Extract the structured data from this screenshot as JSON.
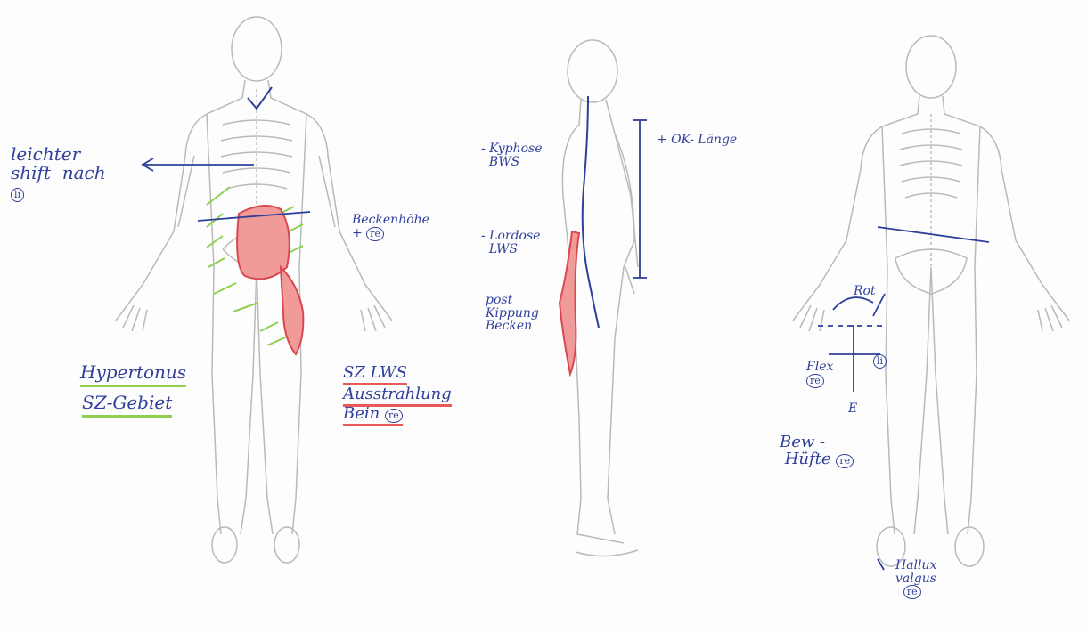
{
  "annotations": {
    "back_view": {
      "shift_line1": "leichter",
      "shift_line2": "shift  nach",
      "shift_side": "li",
      "pelvis_label": "Beckenhöhe",
      "pelvis_side": "re",
      "hypertonus_line1": "Hypertonus",
      "hypertonus_line2": "SZ-Gebiet",
      "sz_line1": "SZ LWS",
      "sz_line2": "Ausstrahlung",
      "sz_line3": "Bein",
      "sz_side": "re"
    },
    "side_view": {
      "length_label": "+ OK- Länge",
      "kyphose_line1": "- Kyphose",
      "kyphose_line2": "BWS",
      "lordose_line1": "- Lordose",
      "lordose_line2": "LWS",
      "tilt_line1": "post",
      "tilt_line2": "Kippung",
      "tilt_line3": "Becken"
    },
    "front_view": {
      "rot_label": "Rot",
      "flex_label": "Flex",
      "flex_side": "re",
      "ext_label": "E",
      "side_li": "li",
      "hip_line1": "Bew -",
      "hip_line2": "Hüfte",
      "hip_side": "re",
      "hallux_line1": "Hallux",
      "hallux_line2": "valgus",
      "hallux_side": "re"
    }
  },
  "colors": {
    "ink": "#2f3f9c",
    "skeleton": "#b9b9b9",
    "marking_red": "#e85a5a",
    "marking_green": "#8fd14f"
  }
}
